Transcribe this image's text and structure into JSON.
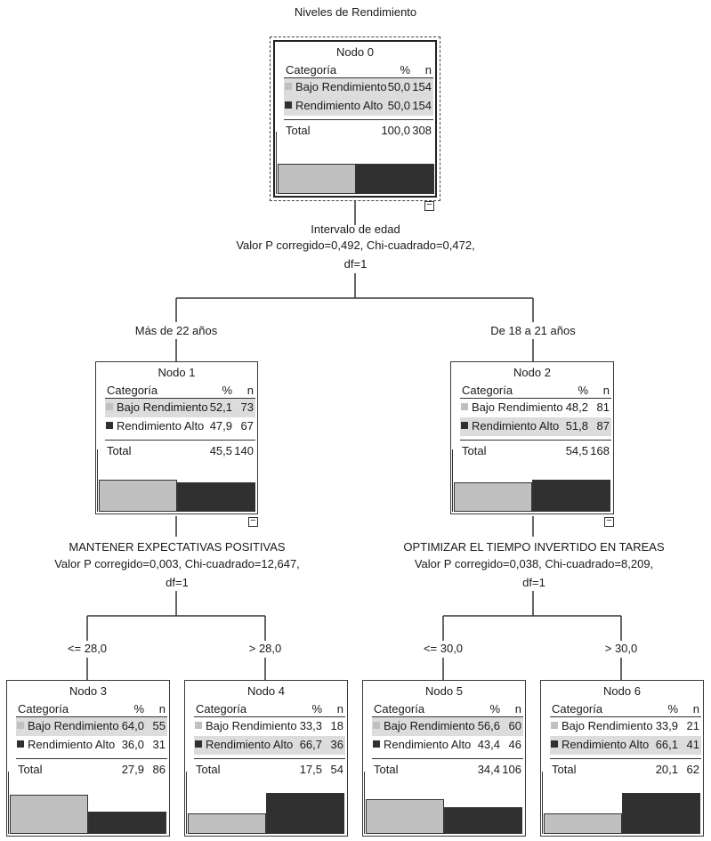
{
  "title": "Niveles de Rendimiento",
  "colors": {
    "bajo": "#c0c0c0",
    "alto": "#303030"
  },
  "header": {
    "categoria": "Categoría",
    "pct": "%",
    "n": "n"
  },
  "categories": [
    "Bajo Rendimiento",
    "Rendimiento Alto"
  ],
  "total_label": "Total",
  "toggle_symbol": "−",
  "nodes": {
    "n0": {
      "title": "Nodo 0",
      "bajo_pct": "50,0",
      "bajo_n": "154",
      "alto_pct": "50,0",
      "alto_n": "154",
      "total_pct": "100,0",
      "total_n": "308",
      "bajo_frac": 0.5,
      "alto_frac": 0.5
    },
    "n1": {
      "title": "Nodo 1",
      "bajo_pct": "52,1",
      "bajo_n": "73",
      "alto_pct": "47,9",
      "alto_n": "67",
      "total_pct": "45,5",
      "total_n": "140",
      "bajo_frac": 0.521,
      "alto_frac": 0.479
    },
    "n2": {
      "title": "Nodo 2",
      "bajo_pct": "48,2",
      "bajo_n": "81",
      "alto_pct": "51,8",
      "alto_n": "87",
      "total_pct": "54,5",
      "total_n": "168",
      "bajo_frac": 0.482,
      "alto_frac": 0.518
    },
    "n3": {
      "title": "Nodo 3",
      "bajo_pct": "64,0",
      "bajo_n": "55",
      "alto_pct": "36,0",
      "alto_n": "31",
      "total_pct": "27,9",
      "total_n": "86",
      "bajo_frac": 0.64,
      "alto_frac": 0.36
    },
    "n4": {
      "title": "Nodo 4",
      "bajo_pct": "33,3",
      "bajo_n": "18",
      "alto_pct": "66,7",
      "alto_n": "36",
      "total_pct": "17,5",
      "total_n": "54",
      "bajo_frac": 0.333,
      "alto_frac": 0.667
    },
    "n5": {
      "title": "Nodo 5",
      "bajo_pct": "56,6",
      "bajo_n": "60",
      "alto_pct": "43,4",
      "alto_n": "46",
      "total_pct": "34,4",
      "total_n": "106",
      "bajo_frac": 0.566,
      "alto_frac": 0.434
    },
    "n6": {
      "title": "Nodo 6",
      "bajo_pct": "33,9",
      "bajo_n": "21",
      "alto_pct": "66,1",
      "alto_n": "41",
      "total_pct": "20,1",
      "total_n": "62",
      "bajo_frac": 0.339,
      "alto_frac": 0.661
    }
  },
  "splits": {
    "s0": {
      "var": "Intervalo de edad",
      "stats": "Valor P corregido=0,492, Chi-cuadrado=0,472,",
      "df": "df=1"
    },
    "s1": {
      "var": "MANTENER EXPECTATIVAS POSITIVAS",
      "stats": "Valor P corregido=0,003, Chi-cuadrado=12,647,",
      "df": "df=1"
    },
    "s2": {
      "var": "OPTIMIZAR EL TIEMPO INVERTIDO EN TAREAS",
      "stats": "Valor P corregido=0,038, Chi-cuadrado=8,209,",
      "df": "df=1"
    }
  },
  "branches": {
    "b1": "Más de 22 años",
    "b2": "De 18 a 21 años",
    "b3": "<= 28,0",
    "b4": "> 28,0",
    "b5": "<= 30,0",
    "b6": "> 30,0"
  }
}
